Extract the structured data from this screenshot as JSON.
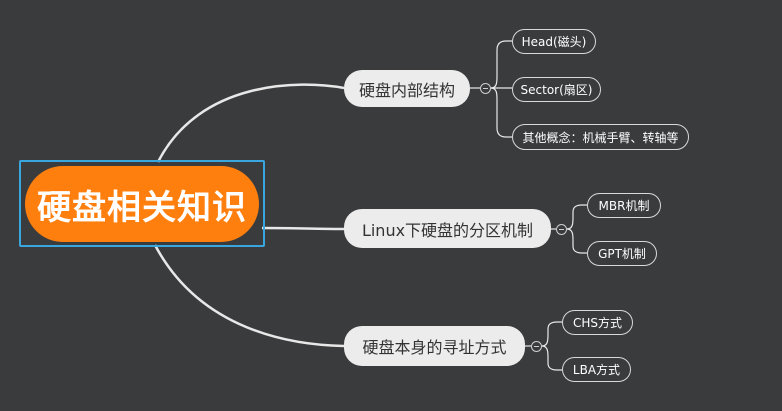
{
  "root": {
    "label": "硬盘相关知识"
  },
  "branches": [
    {
      "label": "硬盘内部结构",
      "children": [
        "Head(磁头)",
        "Sector(扇区)",
        "其他概念：机械手臂、转轴等"
      ]
    },
    {
      "label": "Linux下硬盘的分区机制",
      "children": [
        "MBR机制",
        "GPT机制"
      ]
    },
    {
      "label": "硬盘本身的寻址方式",
      "children": [
        "CHS方式",
        "LBA方式"
      ]
    }
  ],
  "colors": {
    "background": "#3a3b3d",
    "root_fill": "#ff7f0e",
    "root_selection": "#3aa6e0",
    "branch_fill": "#ececec",
    "connector": "#e8e8e8"
  }
}
